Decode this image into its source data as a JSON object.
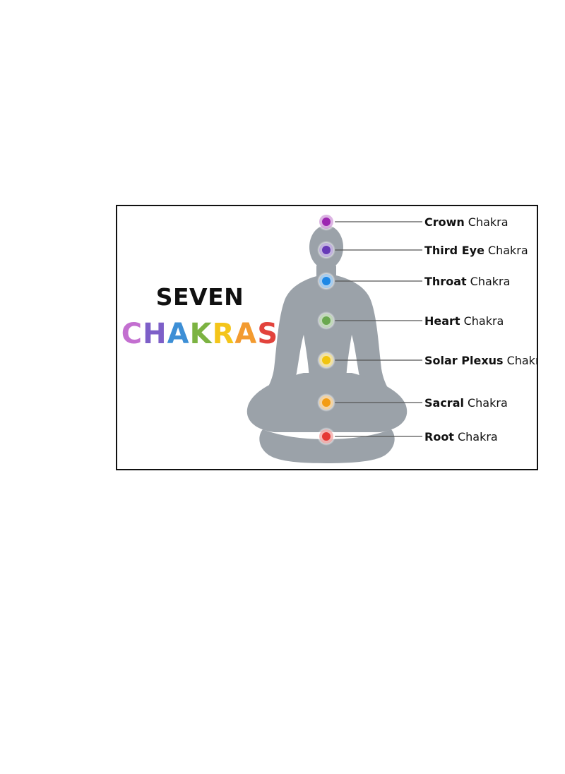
{
  "title": {
    "line1": "SEVEN",
    "line2_letters": [
      {
        "char": "C",
        "color": "#c36fd0"
      },
      {
        "char": "H",
        "color": "#7d5fc8"
      },
      {
        "char": "A",
        "color": "#3d8fd6"
      },
      {
        "char": "K",
        "color": "#7cb342"
      },
      {
        "char": "R",
        "color": "#f4c51a"
      },
      {
        "char": "A",
        "color": "#f39b30"
      },
      {
        "char": "S",
        "color": "#e2433c"
      }
    ]
  },
  "figure_color": "#9ba2a9",
  "chakras": [
    {
      "name": "Crown",
      "suffix": "Chakra",
      "color": "#9c27b0"
    },
    {
      "name": "Third Eye",
      "suffix": "Chakra",
      "color": "#673ab7"
    },
    {
      "name": "Throat",
      "suffix": "Chakra",
      "color": "#1e88e5"
    },
    {
      "name": "Heart",
      "suffix": "Chakra",
      "color": "#6aa84f"
    },
    {
      "name": "Solar Plexus",
      "suffix": "Chakra",
      "color": "#f1c40f"
    },
    {
      "name": "Sacral",
      "suffix": "Chakra",
      "color": "#f39c12"
    },
    {
      "name": "Root",
      "suffix": "Chakra",
      "color": "#e53935"
    }
  ]
}
